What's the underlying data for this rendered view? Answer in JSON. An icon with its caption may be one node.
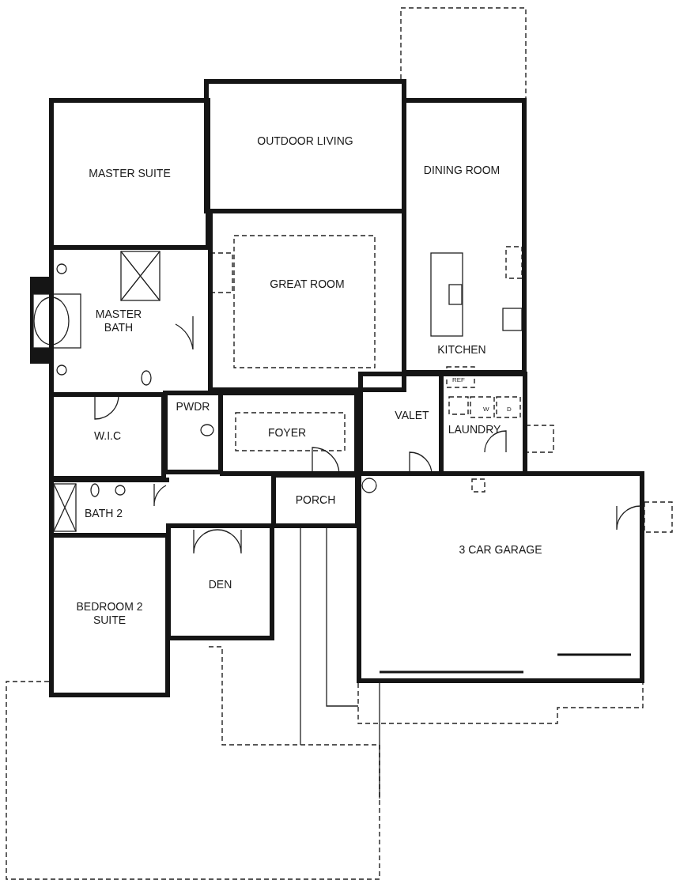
{
  "diagram": {
    "nodes": [
      {
        "text": [
          "MASTER SUITE"
        ]
      },
      {
        "text": [
          "OUTDOOR LIVING"
        ]
      },
      {
        "text": [
          "DINING ROOM"
        ]
      },
      {
        "text": [
          "MASTER BATH"
        ]
      },
      {
        "text": [
          "GREAT ROOM"
        ]
      },
      {
        "text": [
          "KITCHEN"
        ]
      },
      {
        "text": [
          "PWDR"
        ]
      },
      {
        "text": [
          "W.I.C"
        ]
      },
      {
        "text": [
          "VALET"
        ]
      },
      {
        "text": [
          "FOYER"
        ]
      },
      {
        "text": [
          "LAUNDRY"
        ]
      },
      {
        "text": [
          "PORCH"
        ]
      },
      {
        "text": [
          "BATH 2"
        ]
      },
      {
        "text": [
          "DEN"
        ]
      },
      {
        "text": [
          "3 CAR GARAGE"
        ]
      },
      {
        "text": [
          "BEDROOM 2 SUITE"
        ]
      }
    ],
    "labels": [
      "REF",
      "W",
      "D"
    ]
  }
}
